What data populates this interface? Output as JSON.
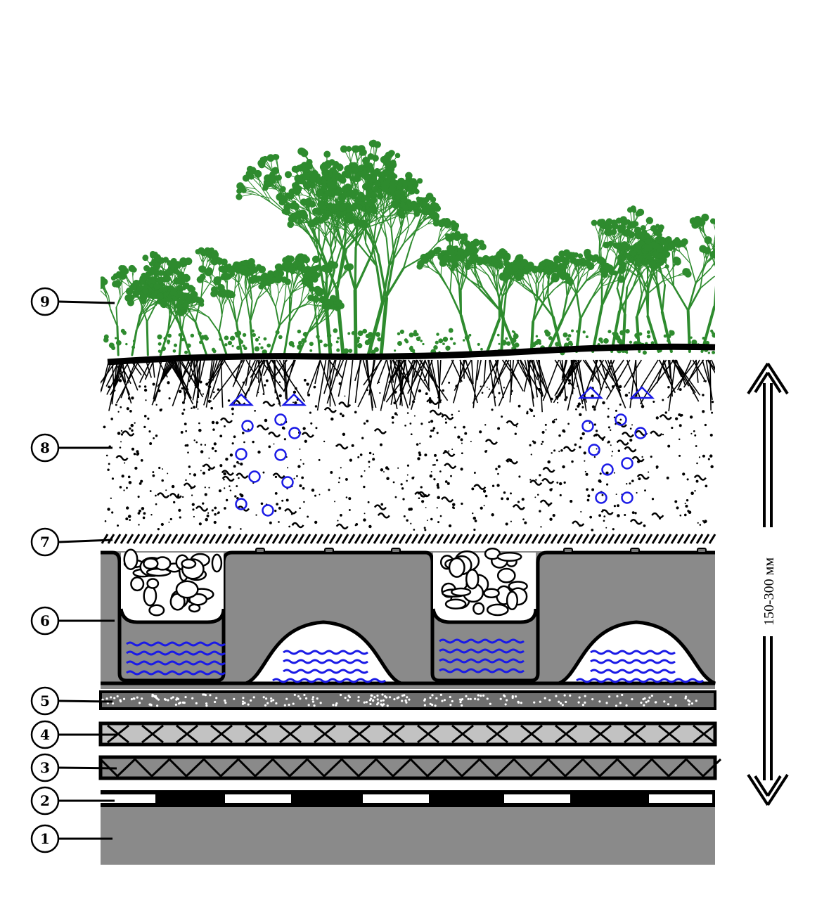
{
  "diagram": {
    "layers": [
      {
        "id": "1",
        "label": "1"
      },
      {
        "id": "2",
        "label": "2"
      },
      {
        "id": "3",
        "label": "3"
      },
      {
        "id": "4",
        "label": "4"
      },
      {
        "id": "5",
        "label": "5"
      },
      {
        "id": "6",
        "label": "6"
      },
      {
        "id": "7",
        "label": "7"
      },
      {
        "id": "8",
        "label": "8"
      },
      {
        "id": "9",
        "label": "9"
      }
    ],
    "dimension_label": "150-300 мм"
  },
  "colors": {
    "vegetation": "#2e8b2e",
    "vegetation_dark": "#1f6e1f",
    "base_gray": "#8a8a8a",
    "light_gray": "#c2c2c2",
    "water_blue": "#1a1ae6",
    "black": "#000000"
  }
}
